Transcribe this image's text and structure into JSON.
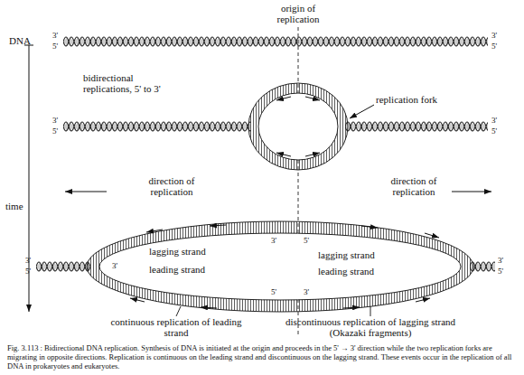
{
  "diagram": {
    "caption": "Fig. 3.113 : Bidirectional DNA replication. Synthesis of DNA is initiated at the origin and proceeds in the 5' → 3' direction while the two replication forks are migrating in opposite directions. Replication is continuous on the leading strand and discontinuous on the lagging strand. These events occur in the replication of all DNA in prokaryotes and eukaryotes.",
    "labels": [
      "origin of replication",
      "DNA",
      "3'",
      "5'",
      "3'",
      "5'",
      "bidirectional replications, 5' to 3'",
      "replication fork",
      "3'",
      "5'",
      "3'",
      "5'",
      "time",
      "direction of replication",
      "direction of replication",
      "3'",
      "5'",
      "3'",
      "5'",
      "lagging strand",
      "leading strand",
      "3'",
      "5'",
      "lagging strand",
      "leading strand",
      "3'",
      "5'",
      "3'",
      "continuous replication of leading strand",
      "discontinuous replication of lagging strand (Okazaki fragments)"
    ]
  }
}
